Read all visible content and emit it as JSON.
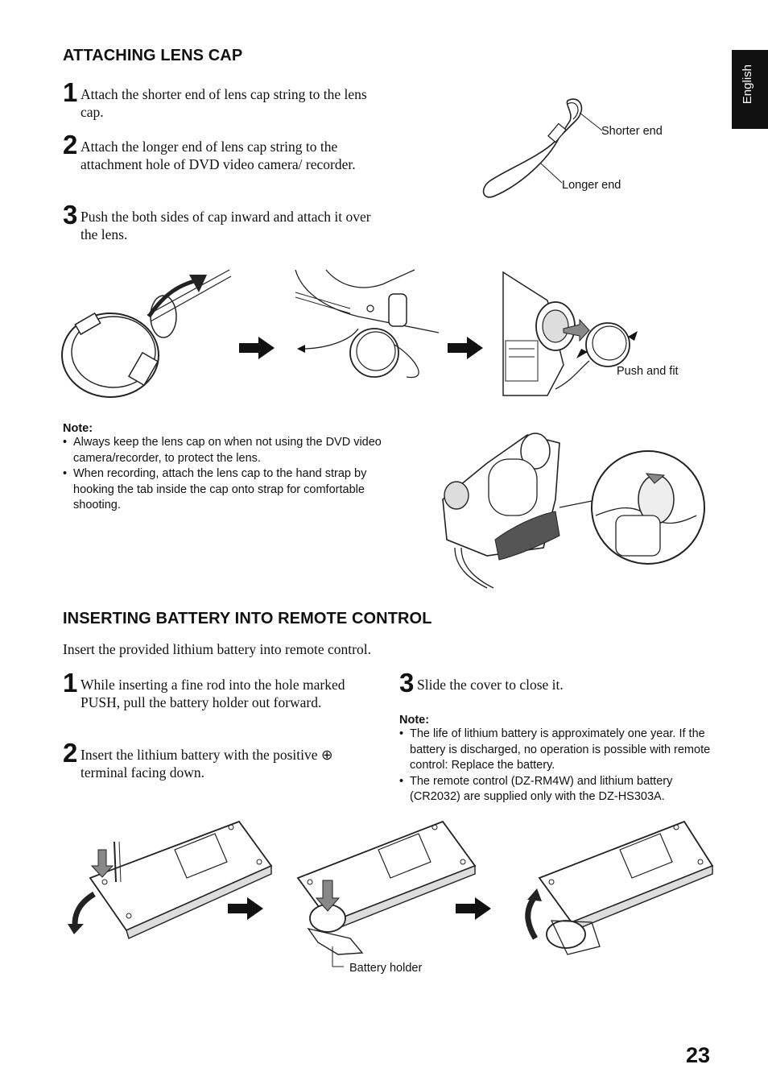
{
  "side_tab": {
    "label": "English"
  },
  "section1": {
    "title": "ATTACHING LENS CAP",
    "steps": [
      {
        "num": "1",
        "text": "Attach the shorter end of lens cap string to the lens cap."
      },
      {
        "num": "2",
        "text": "Attach the longer end of lens cap string to the attachment hole of DVD video camera/ recorder."
      },
      {
        "num": "3",
        "text": "Push the both sides of cap inward and attach it over the lens."
      }
    ],
    "string_labels": {
      "shorter": "Shorter end",
      "longer": "Longer end"
    },
    "fit_label": "Push and fit",
    "note": {
      "title": "Note",
      "items": [
        "Always keep the lens cap on when not using the DVD video camera/recorder, to protect the lens.",
        "When recording, attach the lens cap to the hand strap by hooking the tab inside the cap onto strap for comfortable shooting."
      ]
    }
  },
  "section2": {
    "title": "INSERTING BATTERY INTO REMOTE CONTROL",
    "intro": "Insert the provided lithium battery into remote control.",
    "steps": [
      {
        "num": "1",
        "text": "While inserting a fine rod into the hole marked PUSH, pull the battery holder out forward."
      },
      {
        "num": "2",
        "text": "Insert the lithium battery with the positive ⊕ terminal facing down."
      },
      {
        "num": "3",
        "text": "Slide the cover to close it."
      }
    ],
    "note": {
      "title": "Note",
      "items": [
        "The life of lithium battery is approximately one year. If the battery is discharged, no operation is possible with remote control: Replace the battery.",
        "The remote control (DZ-RM4W) and lithium battery (CR2032) are supplied only with the DZ-HS303A."
      ]
    },
    "holder_label": "Battery holder"
  },
  "page_number": "23"
}
